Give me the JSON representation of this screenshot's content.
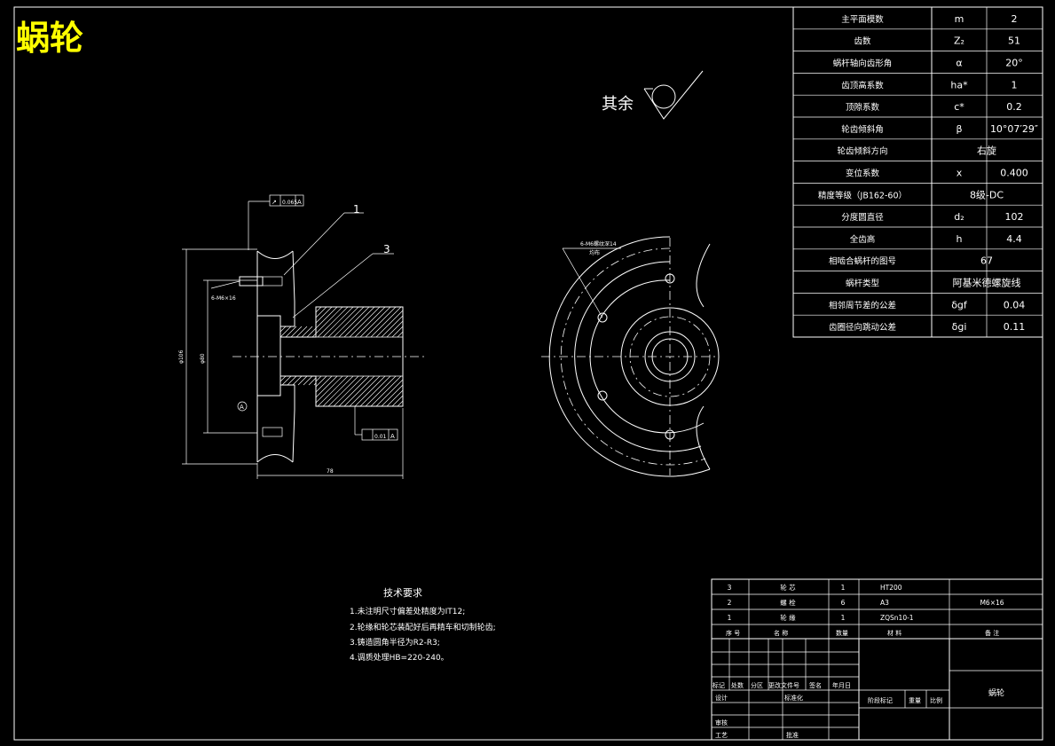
{
  "drawing": {
    "title": "蜗轮",
    "surface_finish_label": "其余",
    "colors": {
      "background": "#000000",
      "lines": "#ffffff",
      "title": "#ffff00"
    }
  },
  "params_table": {
    "rows": [
      {
        "name": "主平面模数",
        "symbol": "m",
        "value": "2"
      },
      {
        "name": "齿数",
        "symbol": "Z₂",
        "value": "51"
      },
      {
        "name": "蜗杆轴向齿形角",
        "symbol": "α",
        "value": "20°"
      },
      {
        "name": "齿顶高系数",
        "symbol": "ha*",
        "value": "1"
      },
      {
        "name": "顶隙系数",
        "symbol": "c*",
        "value": "0.2"
      },
      {
        "name": "轮齿倾斜角",
        "symbol": "β",
        "value": "10°07′29″"
      },
      {
        "name": "轮齿倾斜方向",
        "symbol": "",
        "value": "右旋"
      },
      {
        "name": "变位系数",
        "symbol": "x",
        "value": "0.400"
      },
      {
        "name": "精度等级（JB162-60）",
        "symbol": "",
        "value": "8级-DC"
      },
      {
        "name": "分度圆直径",
        "symbol": "d₂",
        "value": "102"
      },
      {
        "name": "全齿高",
        "symbol": "h",
        "value": "4.4"
      },
      {
        "name": "相啮合蜗杆的图号",
        "symbol": "",
        "value": "67"
      },
      {
        "name": "蜗杆类型",
        "symbol": "",
        "value": "阿基米德螺旋线"
      },
      {
        "name": "相邻周节差的公差",
        "symbol": "δgf",
        "value": "0.04"
      },
      {
        "name": "齿圈径向跳动公差",
        "symbol": "δgi",
        "value": "0.11"
      }
    ]
  },
  "tech_requirements": {
    "heading": "技术要求",
    "items": [
      "1.未注明尺寸偏差处精度为IT12;",
      "2.轮缘和轮芯装配好后再精车和切制轮齿;",
      "3.铸造圆角半径为R2-R3;",
      "4.调质处理HB=220-240。"
    ]
  },
  "annotations": {
    "balloon_1": "1",
    "balloon_3": "3",
    "tol_top_sym": "↗",
    "tol_top_val": "0.065",
    "tol_top_ref": "A",
    "tol_bottom_val": "0.01",
    "tol_bottom_ref": "A",
    "datum": "A",
    "dim_width": "78",
    "dim_outer": "φ106",
    "dim_inner": "φ80",
    "bolt_note_left": "6-M6×16",
    "bolt_note_right": "6-M6螺纹深14",
    "bolt_note_right2": "均布"
  },
  "bom": {
    "rows": [
      {
        "no": "3",
        "name": "轮  芯",
        "qty": "1",
        "material": "HT200",
        "note": ""
      },
      {
        "no": "2",
        "name": "螺  栓",
        "qty": "6",
        "material": "A3",
        "note": "M6×16"
      },
      {
        "no": "1",
        "name": "轮  缘",
        "qty": "1",
        "material": "ZQSn10-1",
        "note": ""
      }
    ],
    "header": {
      "no": "序 号",
      "name": "名   称",
      "qty": "数量",
      "material": "材   料",
      "note": "备 注"
    }
  },
  "title_block": {
    "rev_headers": [
      "标记",
      "处数",
      "分区",
      "更改文件号",
      "签名",
      "年月日"
    ],
    "design": "设计",
    "standardize": "标准化",
    "review": "审核",
    "process": "工艺",
    "approve": "批准",
    "stage_mark": "阶段标记",
    "weight": "重量",
    "scale": "比例",
    "part_name": "蜗轮"
  }
}
